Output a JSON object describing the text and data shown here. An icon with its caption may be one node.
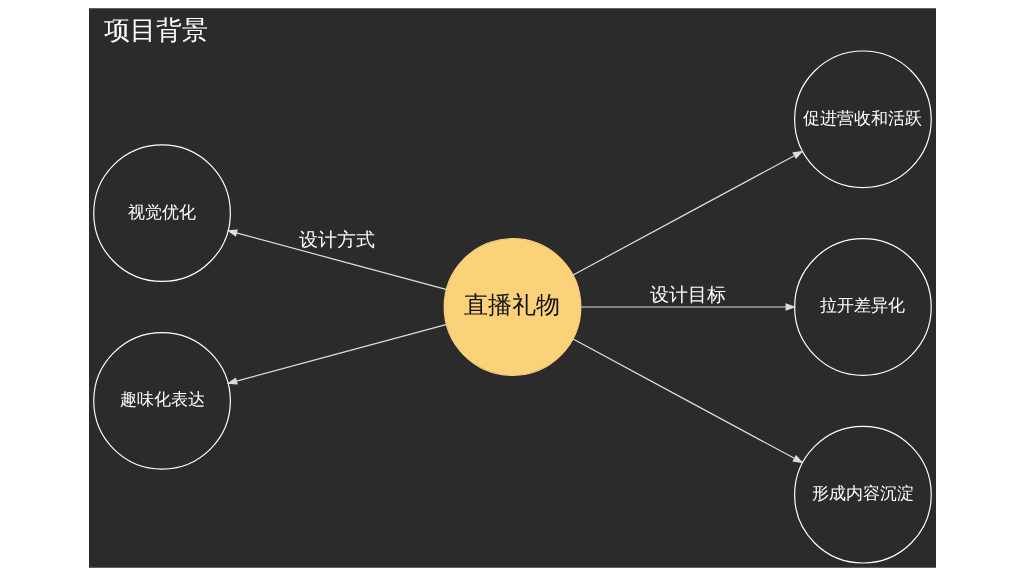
{
  "diagram": {
    "title": "项目背景",
    "nodes": [
      {
        "text": [
          "视觉优化"
        ]
      },
      {
        "text": [
          "趣味化表达"
        ]
      },
      {
        "text": [
          "直播礼物"
        ]
      },
      {
        "text": [
          "促进营收和活跃"
        ]
      },
      {
        "text": [
          "拉开差异化"
        ]
      },
      {
        "text": [
          "形成内容沉淀"
        ]
      }
    ],
    "edges": [
      {
        "from": 2,
        "to": 0,
        "arrow": "to",
        "label": "设计方式"
      },
      {
        "from": 2,
        "to": 1,
        "arrow": "to"
      },
      {
        "from": 2,
        "to": 3,
        "arrow": "to"
      },
      {
        "from": 2,
        "to": 4,
        "arrow": "to",
        "label": "设计目标"
      },
      {
        "from": 2,
        "to": 5,
        "arrow": "to"
      }
    ]
  }
}
